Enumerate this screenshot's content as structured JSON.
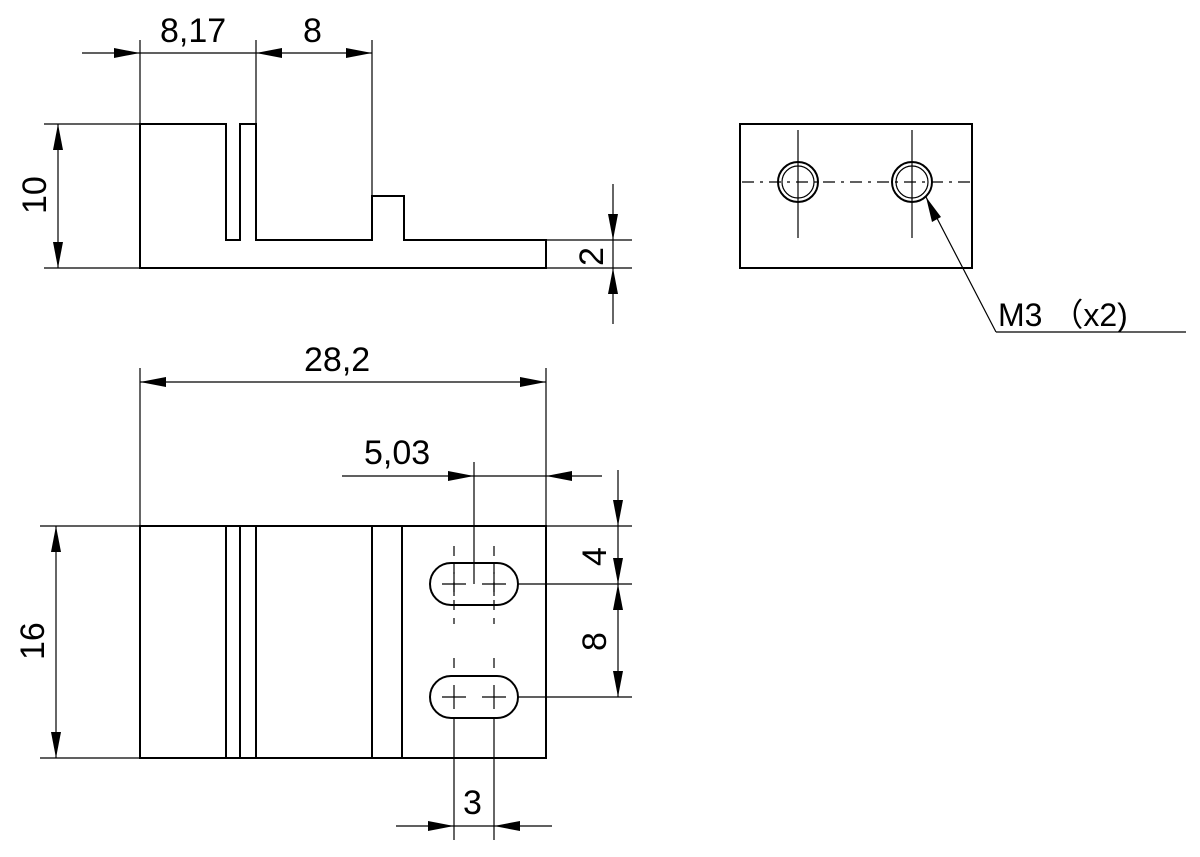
{
  "dimensions": {
    "d_8_17": "8,17",
    "d_8": "8",
    "d_10": "10",
    "d_2": "2",
    "d_28_2": "28,2",
    "d_5_03": "5,03",
    "d_4": "4",
    "d_8_lower": "8",
    "d_16": "16",
    "d_3": "3"
  },
  "notes": {
    "thread_callout": "M3 （x2)"
  }
}
